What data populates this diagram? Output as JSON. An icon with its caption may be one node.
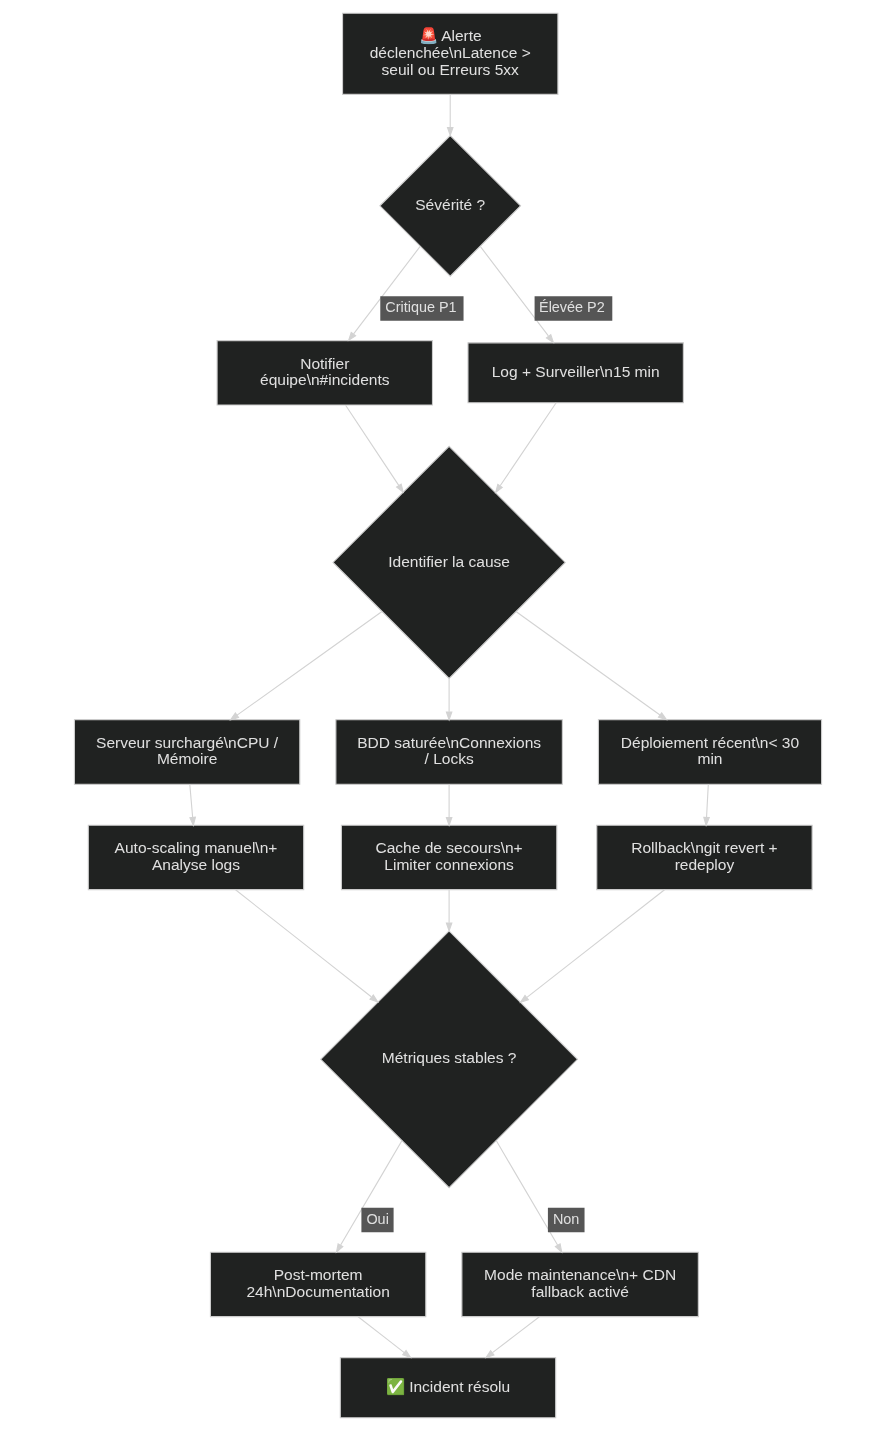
{
  "diagram": {
    "nodes": [
      {
        "text": [
          "🚨 Alerte déclenchée\\nLatence > seuil ou Erreurs 5xx"
        ]
      },
      {
        "text": [
          "Sévérité ?"
        ]
      },
      {
        "text": [
          "Notifier équipe\\n#incidents"
        ]
      },
      {
        "text": [
          "Log + Surveiller\\n15 min"
        ]
      },
      {
        "text": [
          "Identifier la cause"
        ]
      },
      {
        "text": [
          "Serveur surchargé\\nCPU / Mémoire"
        ]
      },
      {
        "text": [
          "BDD saturée\\nConnexions / Locks"
        ]
      },
      {
        "text": [
          "Déploiement récent\\n< 30 min"
        ]
      },
      {
        "text": [
          "Auto-scaling manuel\\n+ Analyse logs"
        ]
      },
      {
        "text": [
          "Cache de secours\\n+ Limiter connexions"
        ]
      },
      {
        "text": [
          "Rollback\\ngit revert + redeploy"
        ]
      },
      {
        "text": [
          "Métriques stables ?"
        ]
      },
      {
        "text": [
          "Post-mortem 24h\\nDocumentation"
        ]
      },
      {
        "text": [
          "Mode maintenance\\n+ CDN fallback activé"
        ]
      },
      {
        "text": [
          "✅ Incident résolu"
        ]
      }
    ],
    "edges": [
      {
        "from": 0,
        "to": 1,
        "arrow": "to"
      },
      {
        "from": 1,
        "to": 2,
        "arrow": "to",
        "label": "Critique P1"
      },
      {
        "from": 1,
        "to": 3,
        "arrow": "to",
        "label": "Élevée P2"
      },
      {
        "from": 2,
        "to": 4,
        "arrow": "to"
      },
      {
        "from": 3,
        "to": 4,
        "arrow": "to"
      },
      {
        "from": 4,
        "to": 5,
        "arrow": "to"
      },
      {
        "from": 4,
        "to": 6,
        "arrow": "to"
      },
      {
        "from": 4,
        "to": 7,
        "arrow": "to"
      },
      {
        "from": 5,
        "to": 8,
        "arrow": "to"
      },
      {
        "from": 6,
        "to": 9,
        "arrow": "to"
      },
      {
        "from": 7,
        "to": 10,
        "arrow": "to"
      },
      {
        "from": 8,
        "to": 11,
        "arrow": "to"
      },
      {
        "from": 9,
        "to": 11,
        "arrow": "to"
      },
      {
        "from": 10,
        "to": 11,
        "arrow": "to"
      },
      {
        "from": 11,
        "to": 12,
        "arrow": "to",
        "label": "Oui"
      },
      {
        "from": 11,
        "to": 13,
        "arrow": "to",
        "label": "Non"
      },
      {
        "from": 12,
        "to": 14,
        "arrow": "to"
      },
      {
        "from": 13,
        "to": 14,
        "arrow": "to"
      }
    ]
  }
}
